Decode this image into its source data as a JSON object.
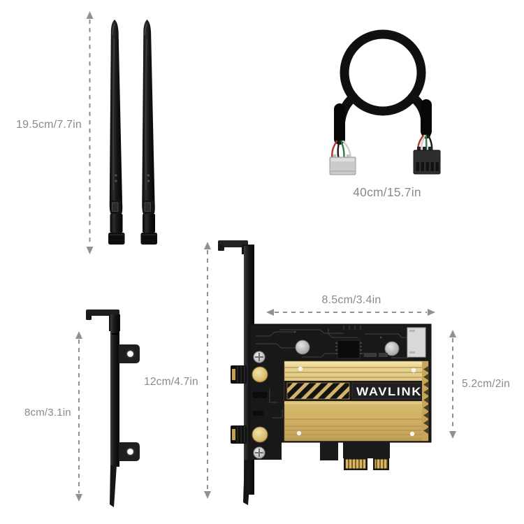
{
  "page": {
    "background": "#ffffff"
  },
  "diagram": {
    "type": "product-dimension-diagram",
    "brand_logo": "WAVLINK",
    "antennas": {
      "item": "wifi-antennas-pair",
      "dimension_label": "19.5cm/7.7in"
    },
    "usb_header_cable": {
      "item": "usb-header-cable",
      "dimension_label": "40cm/15.7in"
    },
    "low_profile_bracket": {
      "item": "low-profile-bracket",
      "dimension_label": "8cm/3.1in"
    },
    "pcie_card": {
      "item": "pcie-wifi-card-with-full-height-bracket",
      "bracket_height_label": "12cm/4.7in",
      "board_width_label": "8.5cm/3.4in",
      "board_height_label": "5.2cm/2in"
    },
    "colors": {
      "dimension_lines": "#919191",
      "label_text": "#8a8a8a",
      "heatsink_gold": "#d9bc70",
      "pcb_black": "#181818",
      "bracket_black": "#1c1c1c",
      "wire_red": "#b03530",
      "wire_green": "#2f7a4d",
      "logo_text": "#fafafa"
    }
  }
}
